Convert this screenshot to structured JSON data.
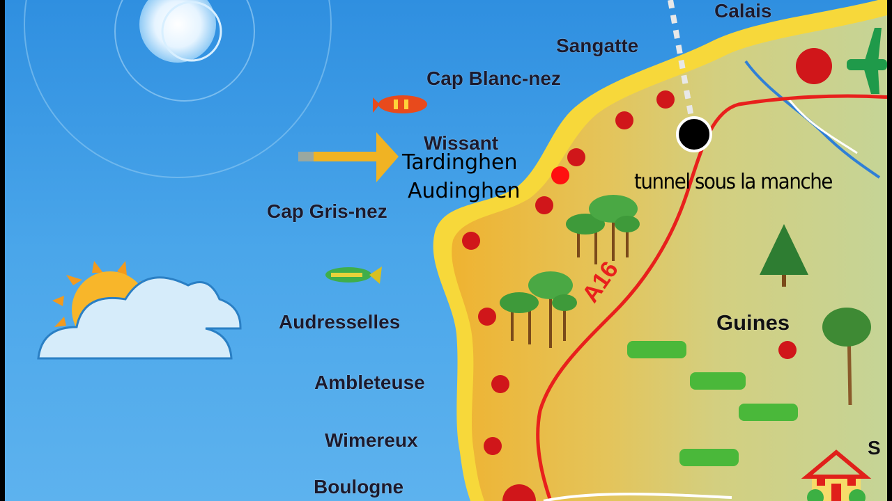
{
  "places": {
    "calais": "Calais",
    "sangatte": "Sangatte",
    "cap_blanc_nez": "Cap Blanc-nez",
    "wissant": "Wissant",
    "cap_gris_nez": "Cap Gris-nez",
    "audresselles": "Audresselles",
    "ambleteuse": "Ambleteuse",
    "wimereux": "Wimereux",
    "boulogne": "Boulogne",
    "guines": "Guines",
    "partial_right": "S"
  },
  "annotations": {
    "tardinghen": "Tardinghen",
    "audinghen": "Audinghen",
    "tunnel": "tunnel sous la manche"
  },
  "road": {
    "label": "A16",
    "color": "#e8201c"
  },
  "colors": {
    "sea": "#3f9ee6",
    "coast": "#f7d83a",
    "land": "#e9b83a",
    "inland": "#c9d596",
    "town_dot": "#d0161a",
    "arrow": "#f0b323"
  },
  "icons": [
    "sun-icon",
    "sun-cloud-icon",
    "fish-icon",
    "fish-icon",
    "tree-icon",
    "airplane-icon",
    "house-icon",
    "grass-icon",
    "arrow-icon"
  ]
}
